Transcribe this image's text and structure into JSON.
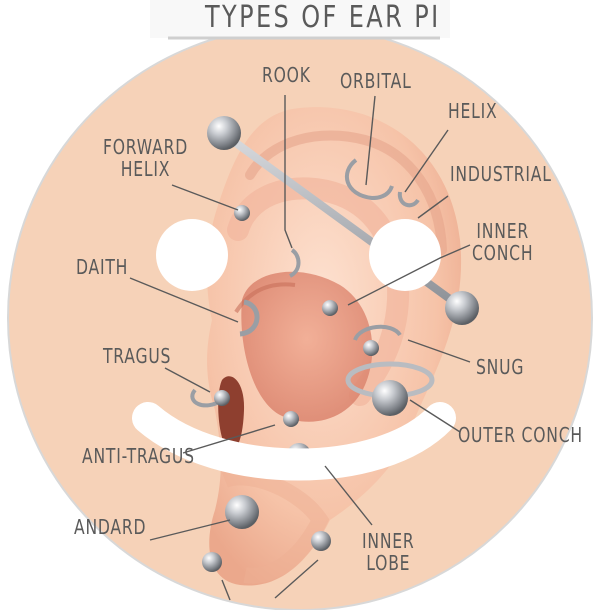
{
  "title": "TYPES OF EAR PI",
  "labels": {
    "rook": "ROOK",
    "orbital": "ORBITAL",
    "helix": "HELIX",
    "forward_helix": [
      "FORWARD",
      "HELIX"
    ],
    "industrial": "INDUSTRIAL",
    "inner_conch": [
      "INNER",
      "CONCH"
    ],
    "daith": "DAITH",
    "tragus": "TRAGUS",
    "snug": "SNUG",
    "outer_conch": "OUTER CONCH",
    "anti_tragus": "ANTI-TRAGUS",
    "standard": "ANDARD",
    "inner_lobe": [
      "INNER",
      "LOBE"
    ]
  },
  "colors": {
    "skin_bg": "#f6d2b8",
    "ear_light": "#fad6c2",
    "ear_shadow": "#e9a58a",
    "ear_dark": "#b85c46",
    "label": "#5a5a5a",
    "metal": "#a9acb1"
  }
}
